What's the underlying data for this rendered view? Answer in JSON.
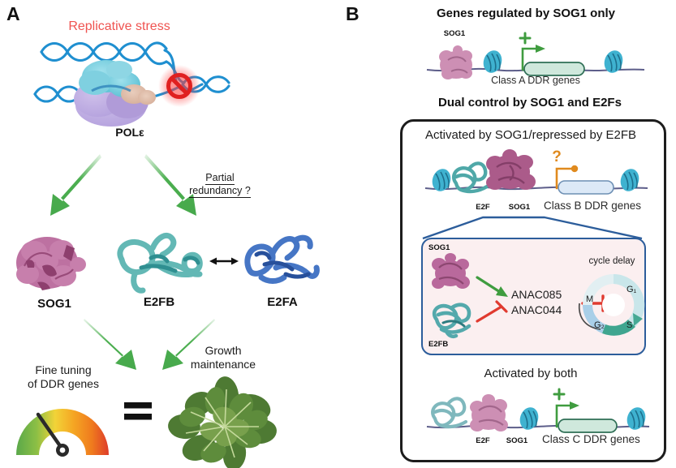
{
  "figure": {
    "panels": [
      {
        "letter": "A"
      },
      {
        "letter": "B"
      }
    ]
  },
  "panelA": {
    "letter": "A",
    "stress_label": "Replicative stress",
    "polymerase_label": "POLε",
    "redundancy_line1": "Partial",
    "redundancy_line2": "redundancy ?",
    "proteins": [
      {
        "name": "SOG1",
        "color": "#b9699c"
      },
      {
        "name": "E2FB",
        "color": "#5bb5b2"
      },
      {
        "name": "E2FA",
        "color": "#3d6fc2"
      }
    ],
    "outcome_left_line1": "Fine tuning",
    "outcome_left_line2": "of DDR genes",
    "equals_symbol": "=",
    "outcome_right_line1": "Growth",
    "outcome_right_line2": "maintenance",
    "arrow_color": "#4caf50",
    "dna_color": "#1f8fd0",
    "block_color": "#e02020"
  },
  "panelB": {
    "letter": "B",
    "title_sog1_only": "Genes regulated by SOG1 only",
    "class_a": {
      "tf_label": "SOG1",
      "gene_label": "Class A DDR genes",
      "regulation_symbol": "+",
      "arrow_color": "#3f9c3f",
      "gene_box_color": "#cfe8dc"
    },
    "title_dual": "Dual control by SOG1 and E2Fs",
    "subpanel_top": {
      "title": "Activated by SOG1/repressed by E2FB",
      "tf_label_left": "E2F",
      "tf_label_right": "SOG1",
      "gene_label": "Class B DDR genes",
      "regulation_symbol": "?",
      "arrow_color": "#e08a1e",
      "gene_box_color": "#dce9f7"
    },
    "inset": {
      "tf_top": "SOG1",
      "tf_bottom": "E2FB",
      "target_line1": "ANAC085",
      "target_line2": "ANAC044",
      "cycle_title": "cycle delay",
      "cycle_phases": [
        "G₁",
        "S",
        "G₂",
        "M"
      ],
      "activation_color": "#3f9c3f",
      "repression_color": "#e03a2f",
      "background_color": "#fbeff0",
      "border_color": "#2c5d9b"
    },
    "subpanel_bottom": {
      "title": "Activated by both",
      "tf_label_left": "E2F",
      "tf_label_right": "SOG1",
      "gene_label": "Class C DDR genes",
      "regulation_symbol": "+",
      "arrow_color": "#3f9c3f",
      "gene_box_color": "#cfe8dc"
    }
  }
}
